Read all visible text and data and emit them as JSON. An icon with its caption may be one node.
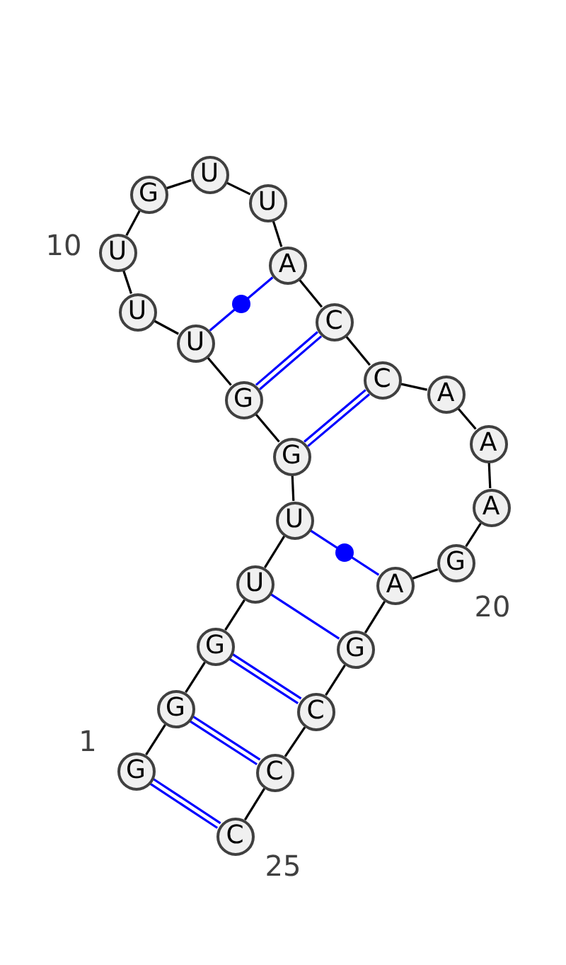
{
  "diagram": {
    "nodes": [
      {
        "text": [
          "G"
        ],
        "beside": [
          "1"
        ]
      },
      {
        "text": [
          "G"
        ]
      },
      {
        "text": [
          "G"
        ]
      },
      {
        "text": [
          "U"
        ]
      },
      {
        "text": [
          "U"
        ]
      },
      {
        "text": [
          "G"
        ]
      },
      {
        "text": [
          "G"
        ]
      },
      {
        "text": [
          "U"
        ]
      },
      {
        "text": [
          "U"
        ]
      },
      {
        "text": [
          "U"
        ],
        "beside": [
          "10"
        ]
      },
      {
        "text": [
          "G"
        ]
      },
      {
        "text": [
          "U"
        ]
      },
      {
        "text": [
          "U"
        ]
      },
      {
        "text": [
          "A"
        ]
      },
      {
        "text": [
          "C"
        ]
      },
      {
        "text": [
          "C"
        ]
      },
      {
        "text": [
          "A"
        ]
      },
      {
        "text": [
          "A"
        ]
      },
      {
        "text": [
          "A"
        ]
      },
      {
        "text": [
          "G"
        ],
        "beside": [
          "20"
        ]
      },
      {
        "text": [
          "A"
        ]
      },
      {
        "text": [
          "G"
        ]
      },
      {
        "text": [
          "C"
        ]
      },
      {
        "text": [
          "C"
        ]
      },
      {
        "text": [
          "C"
        ],
        "beside": [
          "25"
        ]
      }
    ],
    "edges": [
      {
        "from": 0,
        "to": 1,
        "arrow": "none"
      },
      {
        "from": 1,
        "to": 2,
        "arrow": "none"
      },
      {
        "from": 2,
        "to": 3,
        "arrow": "none"
      },
      {
        "from": 3,
        "to": 4,
        "arrow": "none"
      },
      {
        "from": 4,
        "to": 5,
        "arrow": "none"
      },
      {
        "from": 5,
        "to": 6,
        "arrow": "none"
      },
      {
        "from": 6,
        "to": 7,
        "arrow": "none"
      },
      {
        "from": 7,
        "to": 8,
        "arrow": "none"
      },
      {
        "from": 8,
        "to": 9,
        "arrow": "none"
      },
      {
        "from": 9,
        "to": 10,
        "arrow": "none"
      },
      {
        "from": 10,
        "to": 11,
        "arrow": "none"
      },
      {
        "from": 11,
        "to": 12,
        "arrow": "none"
      },
      {
        "from": 12,
        "to": 13,
        "arrow": "none"
      },
      {
        "from": 13,
        "to": 14,
        "arrow": "none"
      },
      {
        "from": 14,
        "to": 15,
        "arrow": "none"
      },
      {
        "from": 15,
        "to": 16,
        "arrow": "none"
      },
      {
        "from": 16,
        "to": 17,
        "arrow": "none"
      },
      {
        "from": 17,
        "to": 18,
        "arrow": "none"
      },
      {
        "from": 18,
        "to": 19,
        "arrow": "none"
      },
      {
        "from": 19,
        "to": 20,
        "arrow": "none"
      },
      {
        "from": 20,
        "to": 21,
        "arrow": "none"
      },
      {
        "from": 21,
        "to": 22,
        "arrow": "none"
      },
      {
        "from": 22,
        "to": 23,
        "arrow": "none"
      },
      {
        "from": 23,
        "to": 24,
        "arrow": "none"
      },
      {
        "from": 0,
        "to": 24,
        "arrow": "none",
        "color": "#0000ff"
      },
      {
        "from": 1,
        "to": 23,
        "arrow": "none",
        "color": "#0000ff"
      },
      {
        "from": 2,
        "to": 22,
        "arrow": "none",
        "color": "#0000ff"
      },
      {
        "from": 3,
        "to": 21,
        "arrow": "none",
        "color": "#0000ff"
      },
      {
        "from": 4,
        "to": 20,
        "arrow": "none",
        "color": "#0000ff"
      },
      {
        "from": 5,
        "to": 15,
        "arrow": "none",
        "color": "#0000ff"
      },
      {
        "from": 6,
        "to": 14,
        "arrow": "none",
        "color": "#0000ff"
      },
      {
        "from": 7,
        "to": 13,
        "arrow": "none",
        "color": "#0000ff"
      }
    ]
  }
}
